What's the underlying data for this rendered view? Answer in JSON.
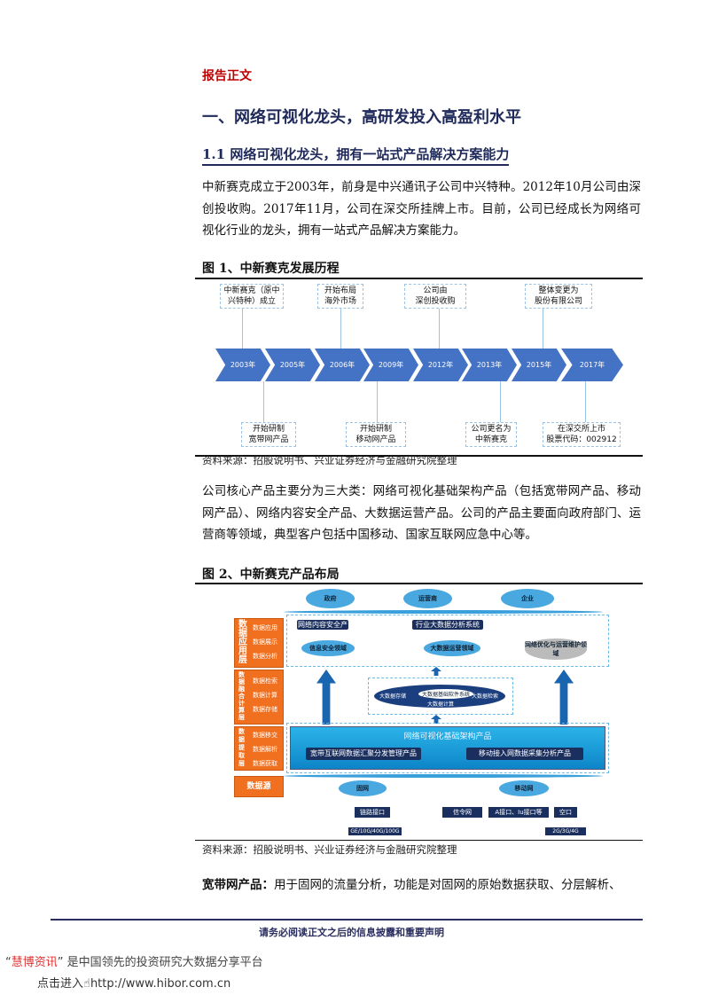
{
  "header": {
    "label": "报告正文"
  },
  "section": {
    "title": "一、网络可视化龙头，高研发投入高盈利水平"
  },
  "subsection": {
    "title": "1.1 网络可视化龙头，拥有一站式产品解决方案能力"
  },
  "paragraphs": [
    "中新赛克成立于2003年，前身是中兴通讯子公司中兴特种。2012年10月公司由深创投收购。2017年11月，公司在深交所挂牌上市。目前，公司已经成长为网络可视化行业的龙头，拥有一站式产品解决方案能力。",
    "公司核心产品主要分为三大类：网络可视化基础架构产品（包括宽带网产品、移动网产品）、网络内容安全产品、大数据运营产品。公司的产品主要面向政府部门、运营商等领域，典型客户包括中国移动、国家互联网应急中心等。"
  ],
  "figure1": {
    "title": "图 1、中新赛克发展历程",
    "years": [
      "2003年",
      "2005年",
      "2006年",
      "2009年",
      "2012年",
      "2013年",
      "2015年",
      "2017年"
    ],
    "top_events": [
      [
        "中新赛克（原中",
        "兴特种）成立"
      ],
      [
        "开始布局",
        "海外市场"
      ],
      [
        "公司由",
        "深创投收购"
      ],
      [
        "整体变更为",
        "股份有限公司"
      ]
    ],
    "bottom_events": [
      [
        "开始研制",
        "宽带网产品"
      ],
      [
        "开始研制",
        "移动网产品"
      ],
      [
        "公司更名为",
        "中新赛克"
      ],
      [
        "在深交所上市",
        "股票代码：002912"
      ]
    ],
    "source": "资料来源：招股说明书、兴业证券经济与金融研究院整理"
  },
  "figure2": {
    "title": "图 2、中新赛克产品布局",
    "customers": [
      "政府",
      "运营商",
      "企业"
    ],
    "layers": [
      {
        "name": "数据应用层",
        "items": [
          "数据应用",
          "数据展示",
          "数据分析"
        ]
      },
      {
        "name": "数据融合计算层",
        "items": [
          "数据检索",
          "数据计算",
          "数据存储"
        ]
      },
      {
        "name": "数据提取层",
        "items": [
          "数据移交",
          "数据解析",
          "数据获取"
        ]
      },
      {
        "name": "数据源",
        "items": []
      }
    ],
    "app_products": [
      "网络内容安全产品",
      "行业大数据分析系统"
    ],
    "app_domains": [
      "信息安全领域",
      "大数据运营领域",
      "网络优化与运营维护领域"
    ],
    "bigdata": {
      "center": "大数据基础软件系统",
      "left": "大数据存储",
      "right": "大数据检索",
      "bottom": "大数据计算"
    },
    "infra": {
      "title": "网络可视化基础架构产品",
      "left": "宽带互联网数据汇聚分发管理产品",
      "right": "移动接入网数据采集分析产品"
    },
    "sources": {
      "fixed": "固网",
      "mobile": "移动网",
      "fixed_iface": "链路接口",
      "fixed_speed": "GE/10G/40G/100G",
      "mobile_ifaces": [
        "信令网",
        "A接口、Iu接口等",
        "空口"
      ],
      "mobile_gen": "2G/3G/4G"
    },
    "source": "资料来源：招股说明书、兴业证券经济与金融研究院整理"
  },
  "last_paragraph": {
    "bold": "宽带网产品：",
    "text": "用于固网的流量分析，功能是对固网的原始数据获取、分层解析、"
  },
  "footer": {
    "disclaimer": "请务必阅读正文之后的信息披露和重要声明",
    "brand": "慧博资讯",
    "slogan": "是中国领先的投资研究大数据分享平台",
    "enter": "点击进入",
    "url": "http://www.hibor.com.cn"
  }
}
